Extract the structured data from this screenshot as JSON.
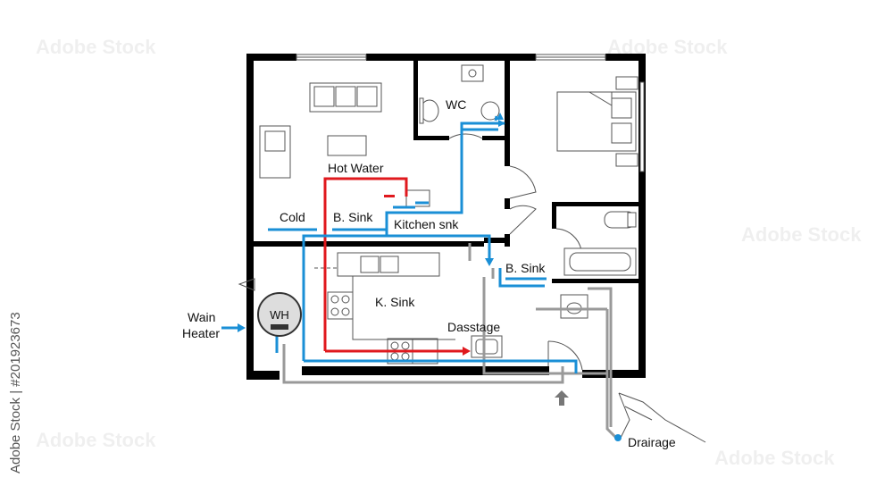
{
  "labels": {
    "wc": "WC",
    "hot_water": "Hot Water",
    "cold": "Cold",
    "b_sink_1": "B. Sink",
    "kitchen_snk": "Kitchen snk",
    "b_sink_2": "B. Sink",
    "k_sink": "K. Sink",
    "dasstage": "Dasstage",
    "wh": "WH",
    "wain": "Wain",
    "heater": "Heater",
    "drairage": "Drairage"
  },
  "stock": {
    "id_text": "Adobe Stock | #201923673",
    "watermark": "Adobe Stock"
  },
  "colors": {
    "wall": "#000000",
    "hot_pipe": "#e0191e",
    "cold_pipe": "#1a8fd6",
    "drain_pipe": "#999999",
    "fixture": "#555555"
  }
}
